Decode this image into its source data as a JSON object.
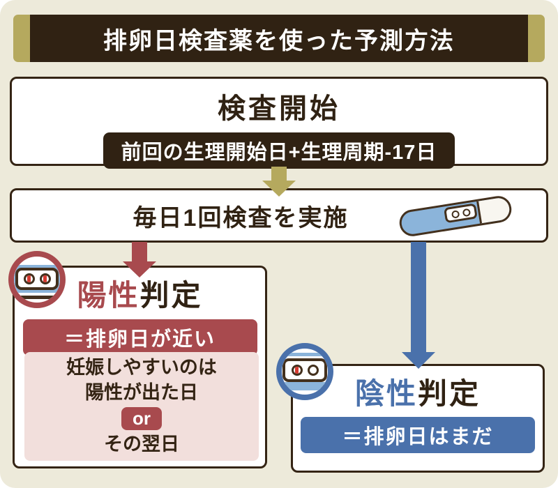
{
  "header": {
    "title": "排卵日検査薬を使った予測方法"
  },
  "flow": {
    "start": {
      "title": "検査開始",
      "badge": "前回の生理開始日+生理周期-17日"
    },
    "daily": {
      "title": "毎日1回検査を実施"
    },
    "positive": {
      "title_accent": "陽性",
      "title_rest": "判定",
      "badge": "＝排卵日が近い",
      "note_line1": "妊娠しやすいのは",
      "note_line2": "陽性が出た日",
      "or_label": "or",
      "note_line3": "その翌日"
    },
    "negative": {
      "title_accent": "陰性",
      "title_rest": "判定",
      "badge": "＝排卵日はまだ"
    }
  },
  "colors": {
    "background": "#EDEADA",
    "dark_brown": "#302213",
    "gold": "#B5A95E",
    "positive_red": "#A84A4E",
    "negative_blue": "#4A71AB",
    "pink_note": "#F2DFDC",
    "stick_blue": "#8BB4DA",
    "test_line_red": "#D63A30"
  },
  "icons": {
    "positive_test": "two red lines in result window",
    "negative_test": "one red line in result window",
    "test_stick": "ovulation test stick"
  }
}
